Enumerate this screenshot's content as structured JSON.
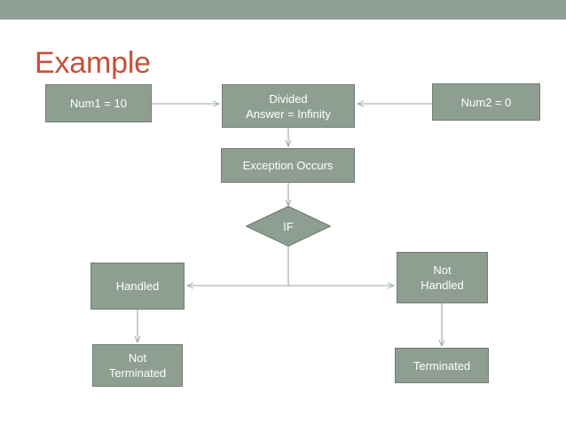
{
  "slide": {
    "title": "Example",
    "title_color": "#c4513a",
    "top_bar_color": "#8ea096",
    "background_color": "#ffffff",
    "node_fill_color": "#8e9e91",
    "node_border_color": "#6f7f72",
    "node_text_color": "#ffffff",
    "connector_color": "#9aa89e"
  },
  "diagram": {
    "type": "flowchart",
    "nodes": [
      {
        "id": "num1",
        "label": "Num1 =  10",
        "shape": "rectangle"
      },
      {
        "id": "divided",
        "label": "Divided\nAnswer = Infinity",
        "shape": "rectangle"
      },
      {
        "id": "num2",
        "label": "Num2 = 0",
        "shape": "rectangle"
      },
      {
        "id": "exception",
        "label": "Exception Occurs",
        "shape": "rectangle"
      },
      {
        "id": "if",
        "label": "IF",
        "shape": "diamond"
      },
      {
        "id": "handled",
        "label": "Handled",
        "shape": "rectangle"
      },
      {
        "id": "nothandled",
        "label": "Not\nHandled",
        "shape": "rectangle"
      },
      {
        "id": "notterm",
        "label": "Not\nTerminated",
        "shape": "rectangle"
      },
      {
        "id": "terminated",
        "label": "Terminated",
        "shape": "rectangle"
      }
    ],
    "edges": [
      {
        "from": "num1",
        "to": "divided",
        "direction": "right"
      },
      {
        "from": "num2",
        "to": "divided",
        "direction": "left"
      },
      {
        "from": "divided",
        "to": "exception",
        "direction": "down"
      },
      {
        "from": "exception",
        "to": "if",
        "direction": "down"
      },
      {
        "from": "if",
        "to": "handled",
        "direction": "left"
      },
      {
        "from": "if",
        "to": "nothandled",
        "direction": "right"
      },
      {
        "from": "handled",
        "to": "notterm",
        "direction": "down"
      },
      {
        "from": "nothandled",
        "to": "terminated",
        "direction": "down"
      }
    ]
  }
}
